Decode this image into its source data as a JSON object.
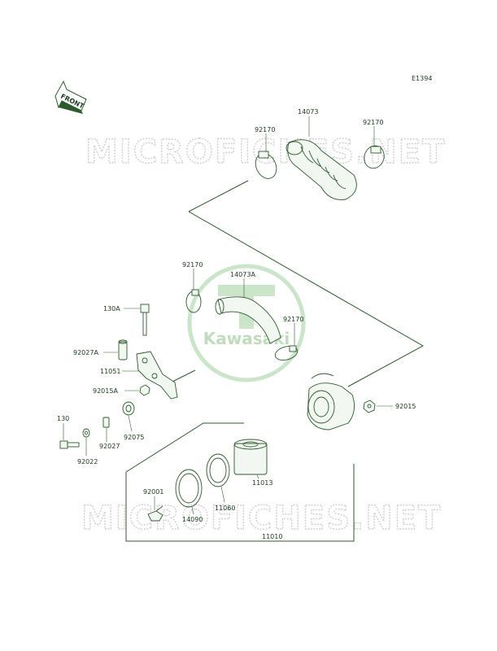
{
  "diagram_code": "E1394",
  "front_label": "FRONT",
  "watermark_text": "MICROFICHES.NET",
  "logo_text": "Kawasaki",
  "colors": {
    "line": "#2d5a2d",
    "label": "#1a3a1a",
    "watermark": "#cfcfcf",
    "logo": "#9fd09f"
  },
  "parts": {
    "p14073": "14073",
    "p92170_left": "92170",
    "p92170_right": "92170",
    "p92170_mid": "92170",
    "p14073A": "14073A",
    "p92170_lower": "92170",
    "p130A": "130A",
    "p92027A": "92027A",
    "p11051": "11051",
    "p92015A": "92015A",
    "p92015": "92015",
    "p130": "130",
    "p92022": "92022",
    "p92027": "92027",
    "p92075": "92075",
    "p11013": "11013",
    "p92001": "92001",
    "p14090": "14090",
    "p11060": "11060",
    "p11010": "11010"
  }
}
